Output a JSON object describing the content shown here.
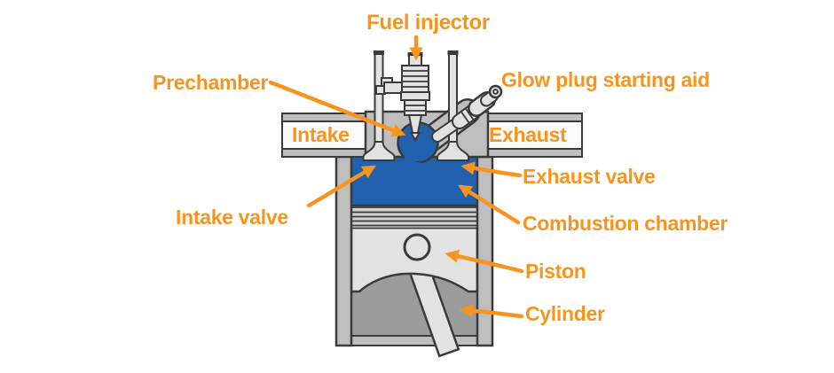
{
  "colors": {
    "accent": "#F7941E",
    "combustion_blue": "#2161AD",
    "outline": "#3A3A3A",
    "metal_light": "#E2E2E2",
    "metal_mid": "#BEBEBE",
    "metal_dark": "#9C9C9C",
    "metal_ring": "#D0D0D0",
    "port_white": "#FBFBF9",
    "needle_red": "#731D1D",
    "background": "#FFFFFF"
  },
  "labels": {
    "fuel_injector": "Fuel injector",
    "prechamber": "Prechamber",
    "glow_plug": "Glow plug starting aid",
    "intake": "Intake",
    "exhaust": "Exhaust",
    "exhaust_valve": "Exhaust valve",
    "intake_valve": "Intake valve",
    "combustion_chamber": "Combustion chamber",
    "piston": "Piston",
    "cylinder": "Cylinder"
  }
}
